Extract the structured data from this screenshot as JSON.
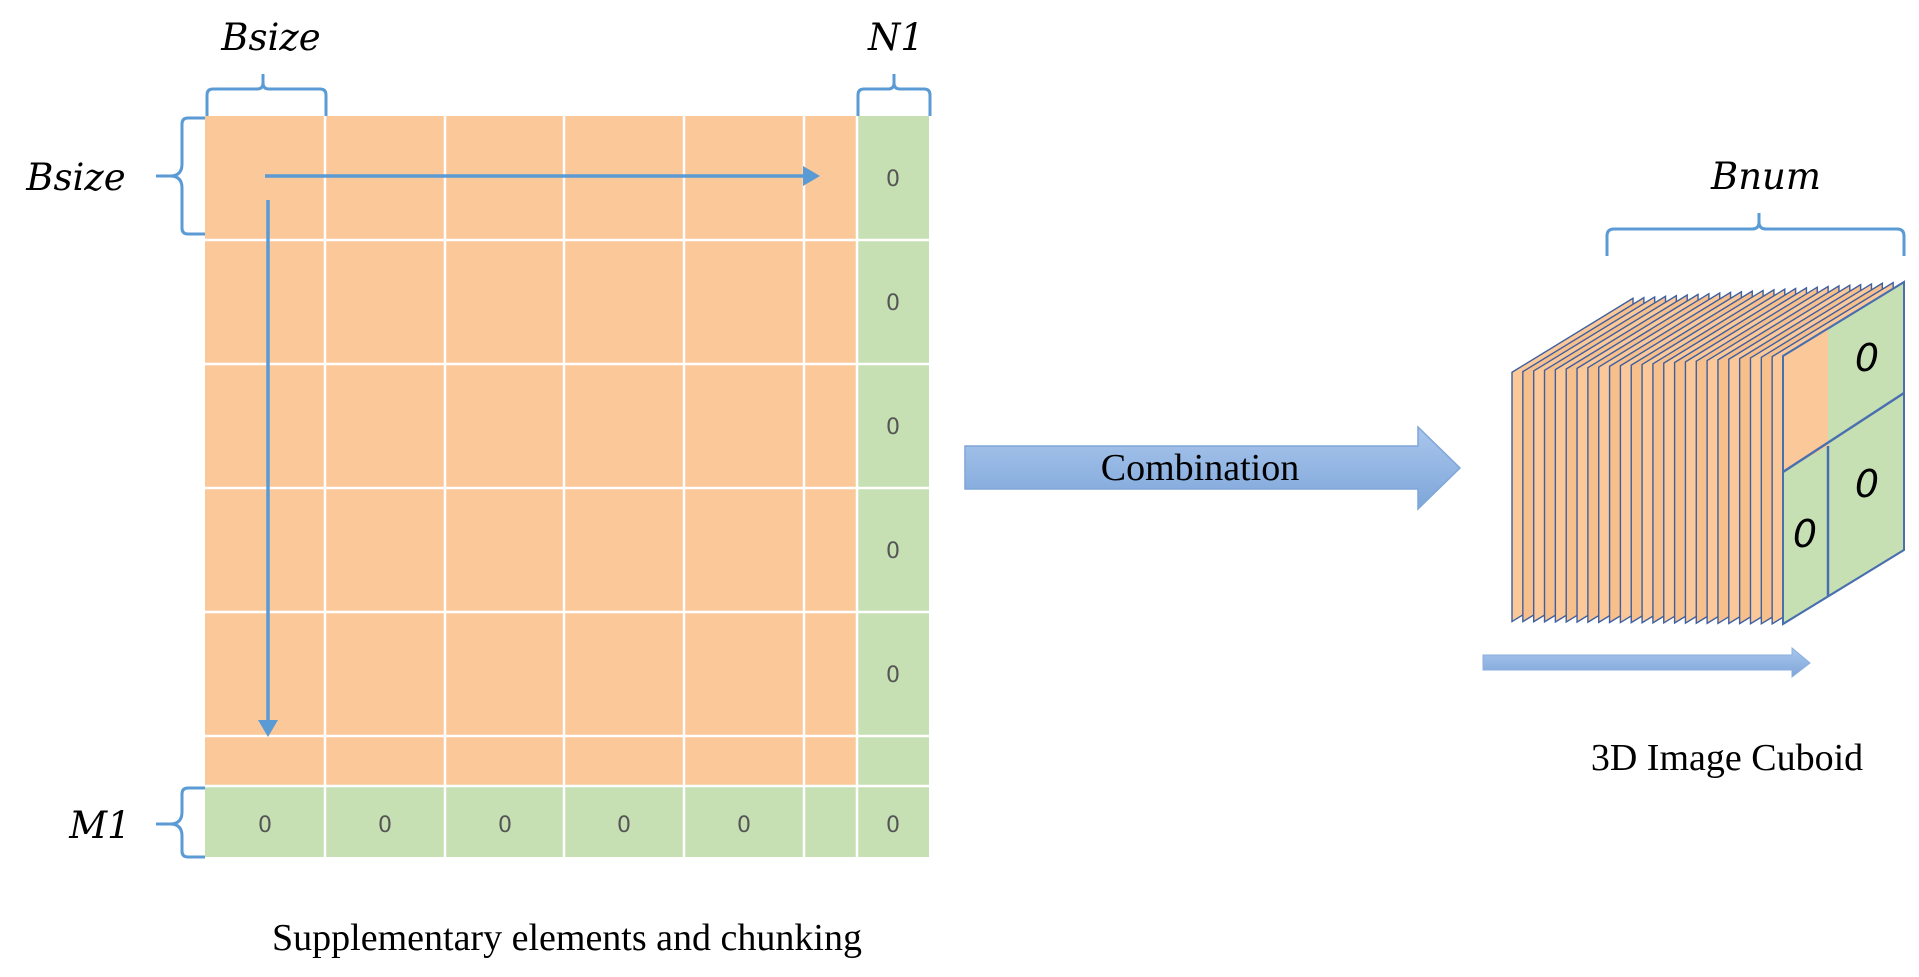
{
  "labels": {
    "bsize_top": "Bsize",
    "bsize_left": "Bsize",
    "n1": "N1",
    "m1": "M1",
    "bnum": "Bnum",
    "combination": "Combination",
    "caption_left": "Supplementary elements and chunking",
    "caption_right": "3D Image Cuboid"
  },
  "grid": {
    "right_column_zeros": [
      "0",
      "0",
      "0",
      "0",
      "0",
      "",
      "0"
    ],
    "bottom_row_zeros": [
      "0",
      "0",
      "0",
      "0",
      "0",
      ""
    ]
  },
  "cuboid": {
    "front_zeros": [
      "0",
      "0",
      "0"
    ]
  },
  "colors": {
    "orange": "#FBC999",
    "green": "#C6E0B4",
    "blue": "#5B9BD5",
    "arrow_fill": "#8DB4E2",
    "slice_edge": "#3F5F9F"
  }
}
